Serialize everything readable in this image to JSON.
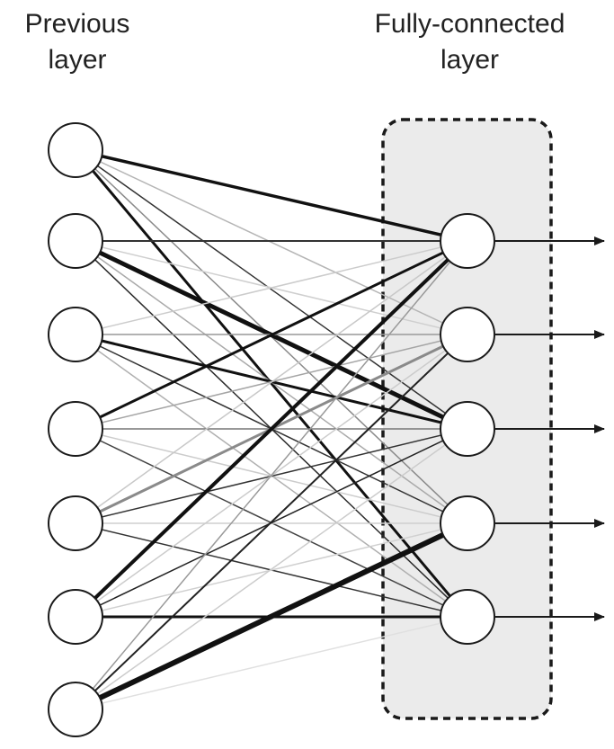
{
  "labels": {
    "previous_layer": "Previous\nlayer",
    "fully_connected_layer": "Fully-connected\nlayer"
  },
  "colors": {
    "background": "#ffffff",
    "node_fill": "#ffffff",
    "node_stroke": "#1a1a1a",
    "box_fill": "#ebebeb",
    "box_stroke": "#1a1a1a",
    "arrow": "#1a1a1a"
  },
  "previous_layer_node_count": 7,
  "fully_connected_node_count": 5,
  "connections": [
    {
      "from": 0,
      "to": 0,
      "shade": "#111111",
      "weight": 3.5
    },
    {
      "from": 0,
      "to": 1,
      "shade": "#b5b5b5",
      "weight": 1.5
    },
    {
      "from": 0,
      "to": 2,
      "shade": "#333333",
      "weight": 1.5
    },
    {
      "from": 0,
      "to": 3,
      "shade": "#8a8a8a",
      "weight": 1.5
    },
    {
      "from": 0,
      "to": 4,
      "shade": "#111111",
      "weight": 3
    },
    {
      "from": 1,
      "to": 0,
      "shade": "#333333",
      "weight": 2
    },
    {
      "from": 1,
      "to": 1,
      "shade": "#cfcfcf",
      "weight": 1.5
    },
    {
      "from": 1,
      "to": 2,
      "shade": "#111111",
      "weight": 5
    },
    {
      "from": 1,
      "to": 3,
      "shade": "#aaaaaa",
      "weight": 1.5
    },
    {
      "from": 1,
      "to": 4,
      "shade": "#2a2a2a",
      "weight": 1.5
    },
    {
      "from": 2,
      "to": 0,
      "shade": "#cccccc",
      "weight": 1.5
    },
    {
      "from": 2,
      "to": 1,
      "shade": "#999999",
      "weight": 1.5
    },
    {
      "from": 2,
      "to": 2,
      "shade": "#111111",
      "weight": 3
    },
    {
      "from": 2,
      "to": 3,
      "shade": "#333333",
      "weight": 1.5
    },
    {
      "from": 2,
      "to": 4,
      "shade": "#b0b0b0",
      "weight": 1.5
    },
    {
      "from": 3,
      "to": 0,
      "shade": "#111111",
      "weight": 3
    },
    {
      "from": 3,
      "to": 1,
      "shade": "#a5a5a5",
      "weight": 1.5
    },
    {
      "from": 3,
      "to": 2,
      "shade": "#777777",
      "weight": 1.5
    },
    {
      "from": 3,
      "to": 3,
      "shade": "#cccccc",
      "weight": 1.5
    },
    {
      "from": 3,
      "to": 4,
      "shade": "#444444",
      "weight": 1.5
    },
    {
      "from": 4,
      "to": 0,
      "shade": "#c8c8c8",
      "weight": 1.5
    },
    {
      "from": 4,
      "to": 1,
      "shade": "#8a8a8a",
      "weight": 3
    },
    {
      "from": 4,
      "to": 2,
      "shade": "#333333",
      "weight": 1.5
    },
    {
      "from": 4,
      "to": 3,
      "shade": "#cfcfcf",
      "weight": 1.5
    },
    {
      "from": 4,
      "to": 4,
      "shade": "#333333",
      "weight": 1.5
    },
    {
      "from": 5,
      "to": 0,
      "shade": "#111111",
      "weight": 4
    },
    {
      "from": 5,
      "to": 1,
      "shade": "#cccccc",
      "weight": 1.5
    },
    {
      "from": 5,
      "to": 2,
      "shade": "#222222",
      "weight": 1.5
    },
    {
      "from": 5,
      "to": 3,
      "shade": "#d0d0d0",
      "weight": 1.5
    },
    {
      "from": 5,
      "to": 4,
      "shade": "#111111",
      "weight": 3
    },
    {
      "from": 6,
      "to": 0,
      "shade": "#999999",
      "weight": 1.5
    },
    {
      "from": 6,
      "to": 1,
      "shade": "#222222",
      "weight": 2
    },
    {
      "from": 6,
      "to": 2,
      "shade": "#cccccc",
      "weight": 1.5
    },
    {
      "from": 6,
      "to": 3,
      "shade": "#111111",
      "weight": 6
    },
    {
      "from": 6,
      "to": 4,
      "shade": "#e0e0e0",
      "weight": 1.5
    }
  ]
}
